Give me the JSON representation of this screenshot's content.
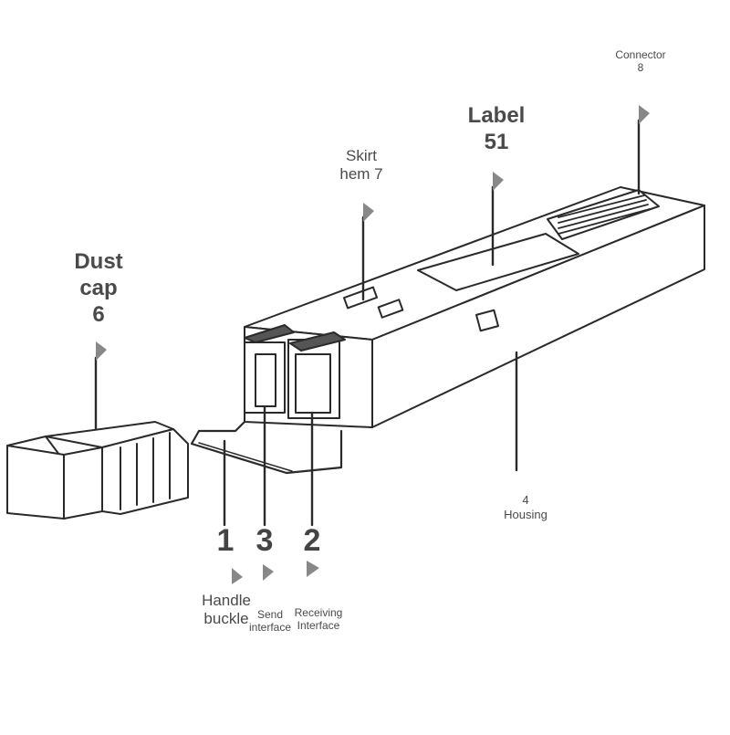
{
  "labels": {
    "connector": {
      "line1": "Connector",
      "line2": "8"
    },
    "label": {
      "line1": "Label",
      "line2": "51"
    },
    "skirt": {
      "line1": "Skirt",
      "line2": "hem 7"
    },
    "dust_cap": {
      "line1": "Dust",
      "line2": "cap",
      "line3": "6"
    },
    "housing": {
      "line1": "4",
      "line2": "Housing"
    },
    "handle": {
      "number": "1",
      "line1": "Handle",
      "line2": "buckle"
    },
    "send": {
      "number": "3",
      "line1": "Send",
      "line2": "interface"
    },
    "receiving": {
      "number": "2",
      "line1": "Receiving",
      "line2": "Interface"
    }
  },
  "colors": {
    "line": "#2a2a2a",
    "text": "#4a4a4a",
    "background": "#ffffff"
  }
}
